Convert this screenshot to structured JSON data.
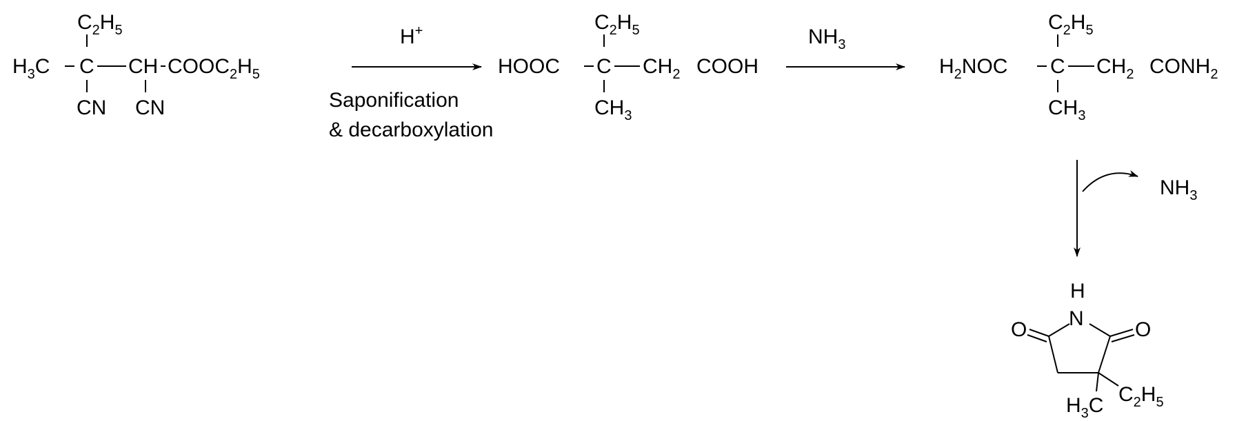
{
  "reaction": {
    "step1": {
      "reagent": "H",
      "reagent_sup": "+",
      "condition_line1": "Saponification",
      "condition_line2": "& decarboxylation"
    },
    "step2": {
      "reagent": "NH",
      "reagent_sub": "3"
    },
    "step3": {
      "byproduct": "NH",
      "byproduct_sub": "3"
    }
  },
  "molecules": {
    "m1": {
      "top": "C",
      "top_sub1": "2",
      "top_mid": "H",
      "top_sub2": "5",
      "left": "H",
      "left_sub": "3",
      "left_rest": "C",
      "center_c": "C",
      "ch": "CH",
      "ester": "COOC",
      "ester_sub1": "2",
      "ester_mid": "H",
      "ester_sub2": "5",
      "cn1": "CN",
      "cn2": "CN"
    },
    "m2": {
      "top": "C",
      "top_sub1": "2",
      "top_mid": "H",
      "top_sub2": "5",
      "left": "HOOC",
      "center_c": "C",
      "ch2": "CH",
      "ch2_sub": "2",
      "right": "COOH",
      "bottom": "CH",
      "bottom_sub": "3"
    },
    "m3": {
      "top": "C",
      "top_sub1": "2",
      "top_mid": "H",
      "top_sub2": "5",
      "left_h": "H",
      "left_sub": "2",
      "left_rest": "NOC",
      "center_c": "C",
      "ch2": "CH",
      "ch2_sub": "2",
      "right": "CONH",
      "right_sub": "2",
      "bottom": "CH",
      "bottom_sub": "3"
    },
    "m4": {
      "nh_h": "H",
      "n": "N",
      "o_left": "O",
      "o_right": "O",
      "ethyl": "C",
      "ethyl_sub1": "2",
      "ethyl_mid": "H",
      "ethyl_sub2": "5",
      "methyl_h": "H",
      "methyl_sub": "3",
      "methyl_c": "C"
    }
  }
}
